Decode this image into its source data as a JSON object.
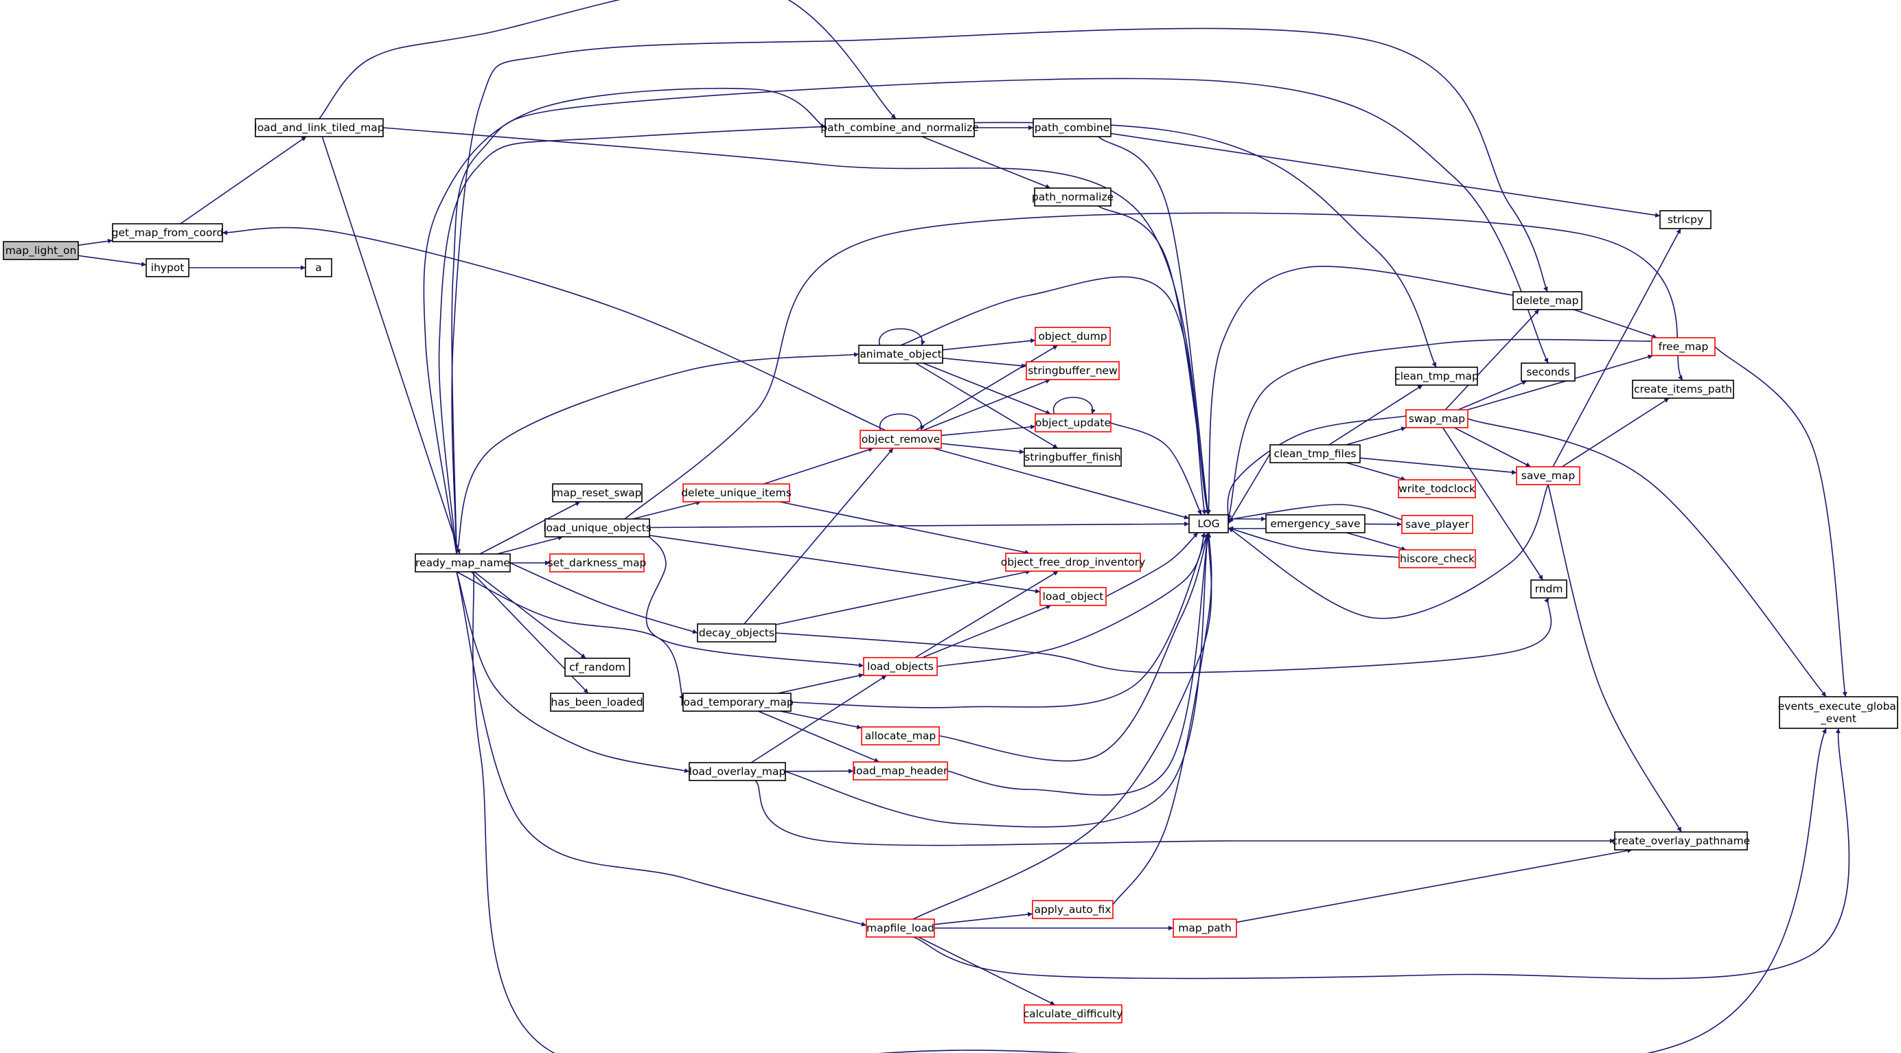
{
  "graph": {
    "nodes": [
      {
        "id": "map_light_on",
        "label": "map_light_on",
        "style": "root"
      },
      {
        "id": "get_map_from_coord",
        "label": "get_map_from_coord",
        "style": "normal"
      },
      {
        "id": "ihypot",
        "label": "ihypot",
        "style": "normal"
      },
      {
        "id": "a",
        "label": "a",
        "style": "normal"
      },
      {
        "id": "load_and_link_tiled_map",
        "label": "load_and_link_tiled_map",
        "style": "normal"
      },
      {
        "id": "ready_map_name",
        "label": "ready_map_name",
        "style": "normal"
      },
      {
        "id": "map_reset_swap",
        "label": "map_reset_swap",
        "style": "normal"
      },
      {
        "id": "load_unique_objects",
        "label": "load_unique_objects",
        "style": "normal"
      },
      {
        "id": "set_darkness_map",
        "label": "set_darkness_map",
        "style": "truncated"
      },
      {
        "id": "cf_random",
        "label": "cf_random",
        "style": "normal"
      },
      {
        "id": "has_been_loaded",
        "label": "has_been_loaded",
        "style": "normal"
      },
      {
        "id": "decay_objects",
        "label": "decay_objects",
        "style": "normal"
      },
      {
        "id": "load_temporary_map",
        "label": "load_temporary_map",
        "style": "normal"
      },
      {
        "id": "load_overlay_map",
        "label": "load_overlay_map",
        "style": "normal"
      },
      {
        "id": "delete_unique_items",
        "label": "delete_unique_items",
        "style": "truncated"
      },
      {
        "id": "path_combine_and_normalize",
        "label": "path_combine_and_normalize",
        "style": "normal"
      },
      {
        "id": "path_combine",
        "label": "path_combine",
        "style": "normal"
      },
      {
        "id": "path_normalize",
        "label": "path_normalize",
        "style": "normal"
      },
      {
        "id": "animate_object",
        "label": "animate_object",
        "style": "normal"
      },
      {
        "id": "object_remove",
        "label": "object_remove",
        "style": "truncated"
      },
      {
        "id": "object_dump",
        "label": "object_dump",
        "style": "truncated"
      },
      {
        "id": "stringbuffer_new",
        "label": "stringbuffer_new",
        "style": "truncated"
      },
      {
        "id": "object_update",
        "label": "object_update",
        "style": "truncated"
      },
      {
        "id": "stringbuffer_finish",
        "label": "stringbuffer_finish",
        "style": "normal"
      },
      {
        "id": "object_free_drop_inventory",
        "label": "object_free_drop_inventory",
        "style": "truncated"
      },
      {
        "id": "load_object",
        "label": "load_object",
        "style": "truncated"
      },
      {
        "id": "load_objects",
        "label": "load_objects",
        "style": "truncated"
      },
      {
        "id": "allocate_map",
        "label": "allocate_map",
        "style": "truncated"
      },
      {
        "id": "load_map_header",
        "label": "load_map_header",
        "style": "truncated"
      },
      {
        "id": "mapfile_load",
        "label": "mapfile_load",
        "style": "truncated"
      },
      {
        "id": "apply_auto_fix",
        "label": "apply_auto_fix",
        "style": "truncated"
      },
      {
        "id": "calculate_difficulty",
        "label": "calculate_difficulty",
        "style": "truncated"
      },
      {
        "id": "map_path",
        "label": "map_path",
        "style": "truncated"
      },
      {
        "id": "LOG",
        "label": "LOG",
        "style": "normal"
      },
      {
        "id": "emergency_save",
        "label": "emergency_save",
        "style": "normal"
      },
      {
        "id": "clean_tmp_files",
        "label": "clean_tmp_files",
        "style": "normal"
      },
      {
        "id": "clean_tmp_map",
        "label": "clean_tmp_map",
        "style": "normal"
      },
      {
        "id": "swap_map",
        "label": "swap_map",
        "style": "truncated"
      },
      {
        "id": "write_todclock",
        "label": "write_todclock",
        "style": "truncated"
      },
      {
        "id": "save_player",
        "label": "save_player",
        "style": "truncated"
      },
      {
        "id": "hiscore_check",
        "label": "hiscore_check",
        "style": "truncated"
      },
      {
        "id": "delete_map",
        "label": "delete_map",
        "style": "normal"
      },
      {
        "id": "seconds",
        "label": "seconds",
        "style": "normal"
      },
      {
        "id": "save_map",
        "label": "save_map",
        "style": "truncated"
      },
      {
        "id": "rndm",
        "label": "rndm",
        "style": "normal"
      },
      {
        "id": "strlcpy",
        "label": "strlcpy",
        "style": "normal"
      },
      {
        "id": "free_map",
        "label": "free_map",
        "style": "truncated"
      },
      {
        "id": "create_items_path",
        "label": "create_items_path",
        "style": "normal"
      },
      {
        "id": "events_execute_global_event",
        "label": "events_execute_global\n_event",
        "style": "normal"
      },
      {
        "id": "create_overlay_pathname",
        "label": "create_overlay_pathname",
        "style": "normal"
      }
    ],
    "edges": [
      [
        "map_light_on",
        "get_map_from_coord"
      ],
      [
        "map_light_on",
        "ihypot"
      ],
      [
        "ihypot",
        "a"
      ],
      [
        "get_map_from_coord",
        "load_and_link_tiled_map"
      ],
      [
        "load_and_link_tiled_map",
        "path_combine_and_normalize"
      ],
      [
        "load_and_link_tiled_map",
        "ready_map_name"
      ],
      [
        "load_and_link_tiled_map",
        "LOG"
      ],
      [
        "path_combine_and_normalize",
        "path_combine"
      ],
      [
        "path_combine_and_normalize",
        "path_normalize"
      ],
      [
        "path_combine",
        "strlcpy"
      ],
      [
        "path_combine",
        "LOG"
      ],
      [
        "path_normalize",
        "LOG"
      ],
      [
        "ready_map_name",
        "path_combine_and_normalize"
      ],
      [
        "ready_map_name",
        "clean_tmp_map"
      ],
      [
        "ready_map_name",
        "delete_map"
      ],
      [
        "ready_map_name",
        "seconds"
      ],
      [
        "ready_map_name",
        "animate_object"
      ],
      [
        "ready_map_name",
        "map_reset_swap"
      ],
      [
        "ready_map_name",
        "load_unique_objects"
      ],
      [
        "ready_map_name",
        "set_darkness_map"
      ],
      [
        "ready_map_name",
        "decay_objects"
      ],
      [
        "ready_map_name",
        "cf_random"
      ],
      [
        "ready_map_name",
        "has_been_loaded"
      ],
      [
        "ready_map_name",
        "load_temporary_map"
      ],
      [
        "ready_map_name",
        "load_overlay_map"
      ],
      [
        "ready_map_name",
        "mapfile_load"
      ],
      [
        "ready_map_name",
        "events_execute_global_event"
      ],
      [
        "load_unique_objects",
        "create_items_path"
      ],
      [
        "load_unique_objects",
        "delete_unique_items"
      ],
      [
        "load_unique_objects",
        "LOG"
      ],
      [
        "load_unique_objects",
        "load_object"
      ],
      [
        "load_unique_objects",
        "load_objects"
      ],
      [
        "delete_unique_items",
        "object_remove"
      ],
      [
        "delete_unique_items",
        "object_free_drop_inventory"
      ],
      [
        "animate_object",
        "animate_object"
      ],
      [
        "animate_object",
        "object_dump"
      ],
      [
        "animate_object",
        "stringbuffer_new"
      ],
      [
        "animate_object",
        "object_update"
      ],
      [
        "animate_object",
        "stringbuffer_finish"
      ],
      [
        "animate_object",
        "LOG"
      ],
      [
        "object_remove",
        "object_remove"
      ],
      [
        "object_remove",
        "object_dump"
      ],
      [
        "object_remove",
        "stringbuffer_new"
      ],
      [
        "object_remove",
        "object_update"
      ],
      [
        "object_remove",
        "stringbuffer_finish"
      ],
      [
        "object_remove",
        "LOG"
      ],
      [
        "object_remove",
        "get_map_from_coord"
      ],
      [
        "object_update",
        "object_update"
      ],
      [
        "object_update",
        "LOG"
      ],
      [
        "decay_objects",
        "object_remove"
      ],
      [
        "decay_objects",
        "object_free_drop_inventory"
      ],
      [
        "decay_objects",
        "rndm"
      ],
      [
        "load_object",
        "LOG"
      ],
      [
        "load_objects",
        "object_free_drop_inventory"
      ],
      [
        "load_objects",
        "load_object"
      ],
      [
        "load_objects",
        "LOG"
      ],
      [
        "load_temporary_map",
        "load_objects"
      ],
      [
        "load_temporary_map",
        "allocate_map"
      ],
      [
        "load_temporary_map",
        "load_map_header"
      ],
      [
        "load_temporary_map",
        "LOG"
      ],
      [
        "load_overlay_map",
        "load_objects"
      ],
      [
        "load_overlay_map",
        "load_map_header"
      ],
      [
        "load_overlay_map",
        "LOG"
      ],
      [
        "load_overlay_map",
        "create_overlay_pathname"
      ],
      [
        "allocate_map",
        "LOG"
      ],
      [
        "load_map_header",
        "LOG"
      ],
      [
        "mapfile_load",
        "LOG"
      ],
      [
        "mapfile_load",
        "apply_auto_fix"
      ],
      [
        "mapfile_load",
        "map_path"
      ],
      [
        "mapfile_load",
        "calculate_difficulty"
      ],
      [
        "mapfile_load",
        "events_execute_global_event"
      ],
      [
        "apply_auto_fix",
        "LOG"
      ],
      [
        "map_path",
        "create_overlay_pathname"
      ],
      [
        "LOG",
        "emergency_save"
      ],
      [
        "emergency_save",
        "LOG"
      ],
      [
        "emergency_save",
        "save_player"
      ],
      [
        "emergency_save",
        "hiscore_check"
      ],
      [
        "save_player",
        "LOG"
      ],
      [
        "hiscore_check",
        "LOG"
      ],
      [
        "clean_tmp_files",
        "LOG"
      ],
      [
        "clean_tmp_files",
        "clean_tmp_map"
      ],
      [
        "clean_tmp_files",
        "swap_map"
      ],
      [
        "clean_tmp_files",
        "write_todclock"
      ],
      [
        "clean_tmp_files",
        "save_map"
      ],
      [
        "swap_map",
        "LOG"
      ],
      [
        "swap_map",
        "delete_map"
      ],
      [
        "swap_map",
        "seconds"
      ],
      [
        "swap_map",
        "free_map"
      ],
      [
        "swap_map",
        "save_map"
      ],
      [
        "swap_map",
        "rndm"
      ],
      [
        "swap_map",
        "events_execute_global_event"
      ],
      [
        "delete_map",
        "LOG"
      ],
      [
        "delete_map",
        "free_map"
      ],
      [
        "free_map",
        "LOG"
      ],
      [
        "free_map",
        "events_execute_global_event"
      ],
      [
        "save_map",
        "LOG"
      ],
      [
        "save_map",
        "strlcpy"
      ],
      [
        "save_map",
        "create_items_path"
      ],
      [
        "save_map",
        "create_overlay_pathname"
      ]
    ]
  },
  "colors": {
    "edge": "#191970",
    "box_border": "#000000",
    "truncated_border": "#ff0000",
    "root_fill": "#bfbfbf",
    "node_fill": "#ffffff",
    "text": "#000000"
  }
}
